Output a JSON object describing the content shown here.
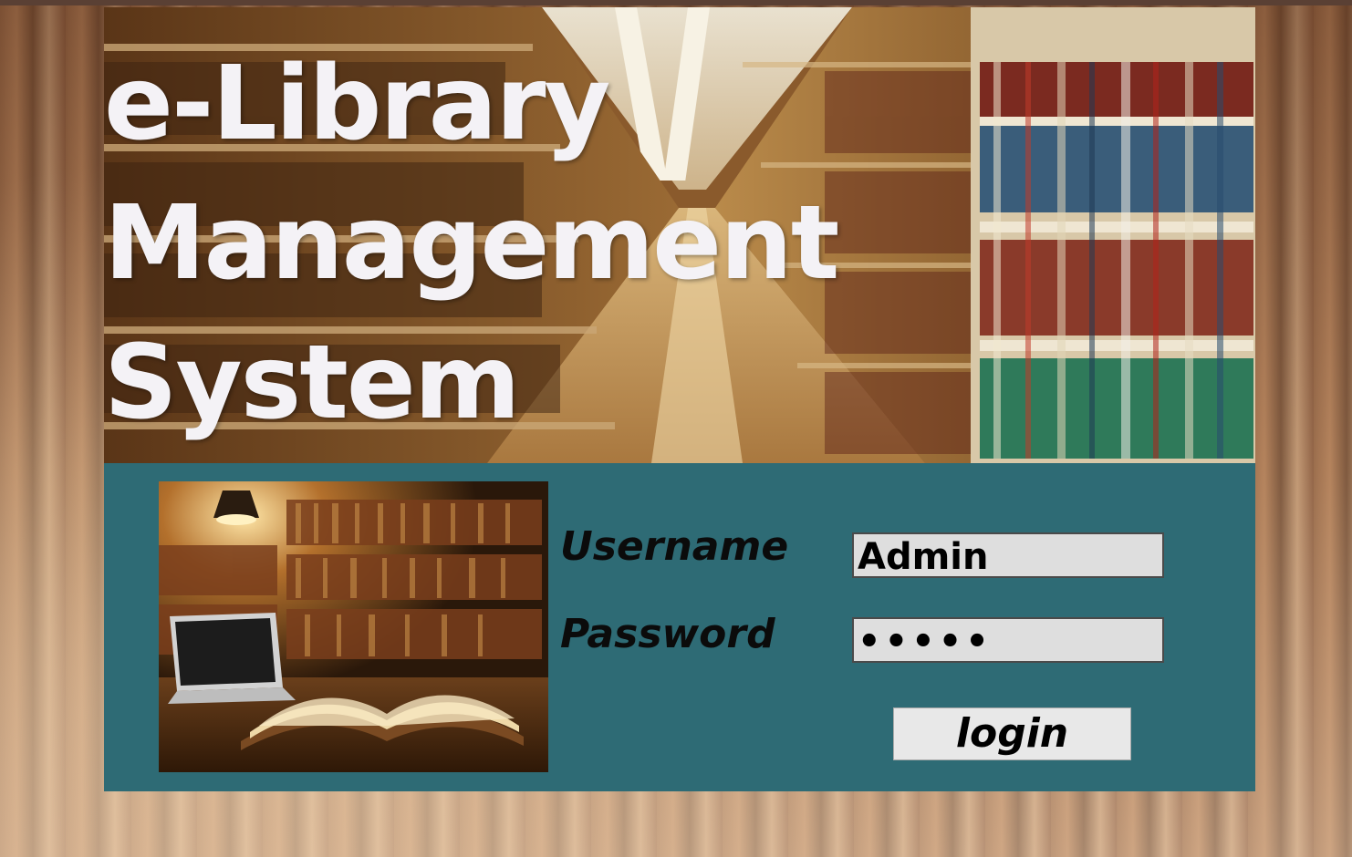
{
  "app": {
    "title_lines": [
      "e-Library",
      "Management",
      "System"
    ]
  },
  "login": {
    "username_label": "Username",
    "password_label": "Password",
    "username_value": "Admin",
    "password_value": "•••••",
    "login_button": "login"
  },
  "colors": {
    "panel": "#2e6b75",
    "title_text": "#f4f2f6",
    "field_bg": "#dedede",
    "button_bg": "#e8e8e8"
  },
  "icons": {
    "banner_image": "library-aisle-photo",
    "panel_image": "library-desk-book-photo"
  }
}
